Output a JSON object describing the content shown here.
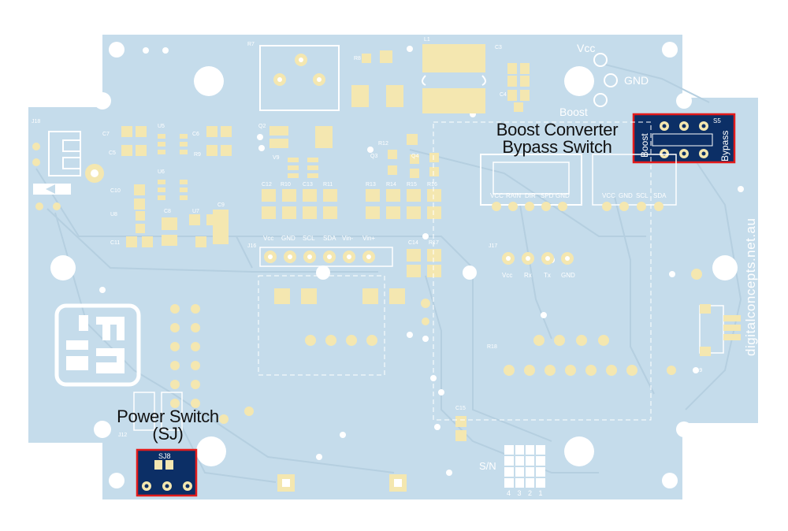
{
  "callouts": {
    "boost": {
      "line1": "Boost Converter",
      "line2": "Bypass Switch"
    },
    "power": {
      "line1": "Power Switch",
      "line2": "(SJ)"
    }
  },
  "labels": {
    "vcc": "Vcc",
    "gnd": "GND",
    "boost": "Boost",
    "s5": "S5",
    "s5_left": "Boost",
    "s5_right": "Bypass",
    "sj8": "SJ8",
    "url": "digitalconcepts.net.au",
    "sn": "S/N",
    "sn_digits": "4 3 2 1",
    "j16_pins": [
      "Vcc",
      "GND",
      "SCL",
      "SDA",
      "Vin-",
      "Vin+"
    ],
    "j17_pins": [
      "Vcc",
      "Rx",
      "Tx",
      "GND"
    ],
    "conn_a_pins": [
      "VCC",
      "RAIN",
      "DIR",
      "SPD",
      "GND"
    ],
    "conn_b_pins": [
      "VCC",
      "GND",
      "SCL",
      "SDA"
    ],
    "refs": [
      "R7",
      "R8",
      "L1",
      "C3",
      "C4",
      "Q2",
      "V9",
      "C12",
      "R10",
      "C13",
      "R11",
      "R12",
      "Q3",
      "Q4",
      "R13",
      "R14",
      "R15",
      "R16",
      "C14",
      "R17",
      "J16",
      "J17",
      "J18",
      "C7",
      "C5",
      "U5",
      "C6",
      "R9",
      "U6",
      "C10",
      "U8",
      "C8",
      "U7",
      "C9",
      "C11",
      "R18",
      "C15",
      "J19",
      "J12"
    ]
  },
  "colors": {
    "board": "#c5dceb",
    "pad": "#f4e7b0",
    "mask_dark": "#0c2f66",
    "highlight": "#e31b1b"
  }
}
